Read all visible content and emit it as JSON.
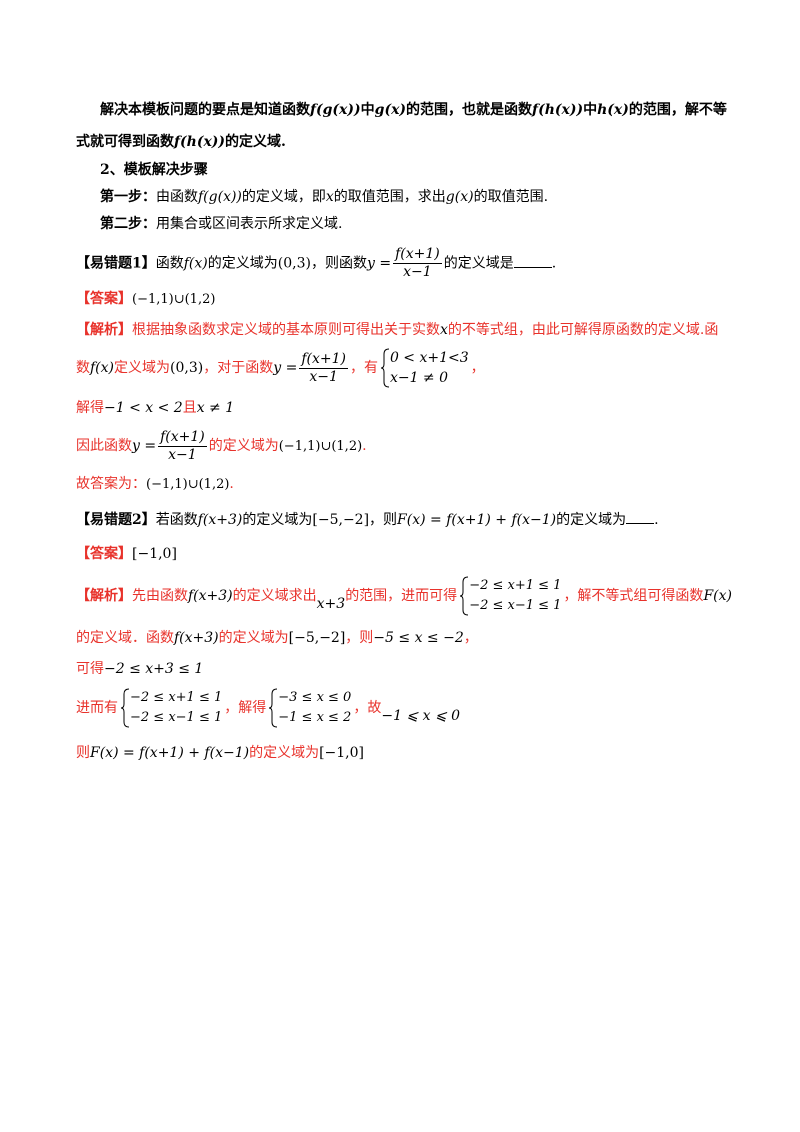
{
  "intro": {
    "p1": [
      "解决本模板问题的要点是知道函数",
      "f(g(x))",
      "中",
      "g(x)",
      "的范围，也就是函数",
      "f(h(x))",
      "中",
      "h(x)",
      "的范围，解不等"
    ],
    "p2": [
      "式就可得到函数",
      "f(h(x))",
      "的定义域."
    ],
    "section_title": "2、模板解决步骤",
    "step1": [
      "第一步：",
      "由函数",
      "f(g(x))",
      "的定义域，即",
      "x",
      "的取值范围，求出",
      "g(x)",
      "的取值范围."
    ],
    "step2": [
      "第二步：",
      "用集合或区间表示所求定义域."
    ]
  },
  "problem1": {
    "tag": "【易错题1】",
    "text": [
      "函数",
      "f(x)",
      "的定义域为",
      "(0,3)",
      "，则函数",
      "y =",
      "f(x+1)",
      "x−1",
      "的定义域是",
      "."
    ],
    "answer_tag": "【答案】",
    "answer": "(−1,1)∪(1,2)",
    "analysis_tag": "【解析】",
    "a1": "根据抽象函数求定义域的基本原则可得出关于实数",
    "a1_var": "x",
    "a1b": "的不等式组，由此可解得原函数的定义域.函",
    "a2": [
      "数",
      "f(x)",
      "定义域为",
      "(0,3)",
      "，对于函数",
      "y =",
      "f(x+1)",
      "x−1",
      "，有",
      "0 < x+1<3",
      "x−1 ≠ 0",
      "，"
    ],
    "a3": [
      "解得",
      "−1 < x < 2",
      "且",
      "x ≠ 1"
    ],
    "a4": [
      "因此函数",
      "y =",
      "f(x+1)",
      "x−1",
      "的定义域为",
      "(−1,1)∪(1,2)",
      "."
    ],
    "a5": [
      "故答案为：",
      "(−1,1)∪(1,2)",
      "."
    ]
  },
  "problem2": {
    "tag": "【易错题2】",
    "text": [
      "若函数",
      "f(x+3)",
      "的定义域为",
      "[−5,−2]",
      "，则",
      "F(x) = f(x+1) + f(x−1)",
      "的定义域为",
      "."
    ],
    "answer_tag": "【答案】",
    "answer": "[−1,0]",
    "analysis_tag": "【解析】",
    "a1": [
      "先由函数",
      "f(x+3)",
      "的定义域求出",
      "x+3",
      "的范围，进而可得",
      "−2 ≤ x+1 ≤ 1",
      "−2 ≤ x−1 ≤ 1",
      "，解不等式组可得函数",
      "F(x)"
    ],
    "a2": [
      "的定义域．函数",
      "f(x+3)",
      "的定义域为",
      "[−5,−2]",
      "，则",
      "−5 ≤ x ≤ −2",
      "，"
    ],
    "a3": [
      "可得",
      "−2 ≤ x+3 ≤ 1"
    ],
    "a4": [
      "进而有",
      "−2 ≤ x+1 ≤ 1",
      "−2 ≤ x−1 ≤ 1",
      "，解得",
      "−3 ≤ x ≤ 0",
      "−1 ≤ x ≤ 2",
      "，故",
      "−1 ⩽ x ⩽ 0"
    ],
    "a5": [
      "则",
      "F(x) = f(x+1) + f(x−1)",
      "的定义域为",
      "[−1,0]"
    ]
  }
}
